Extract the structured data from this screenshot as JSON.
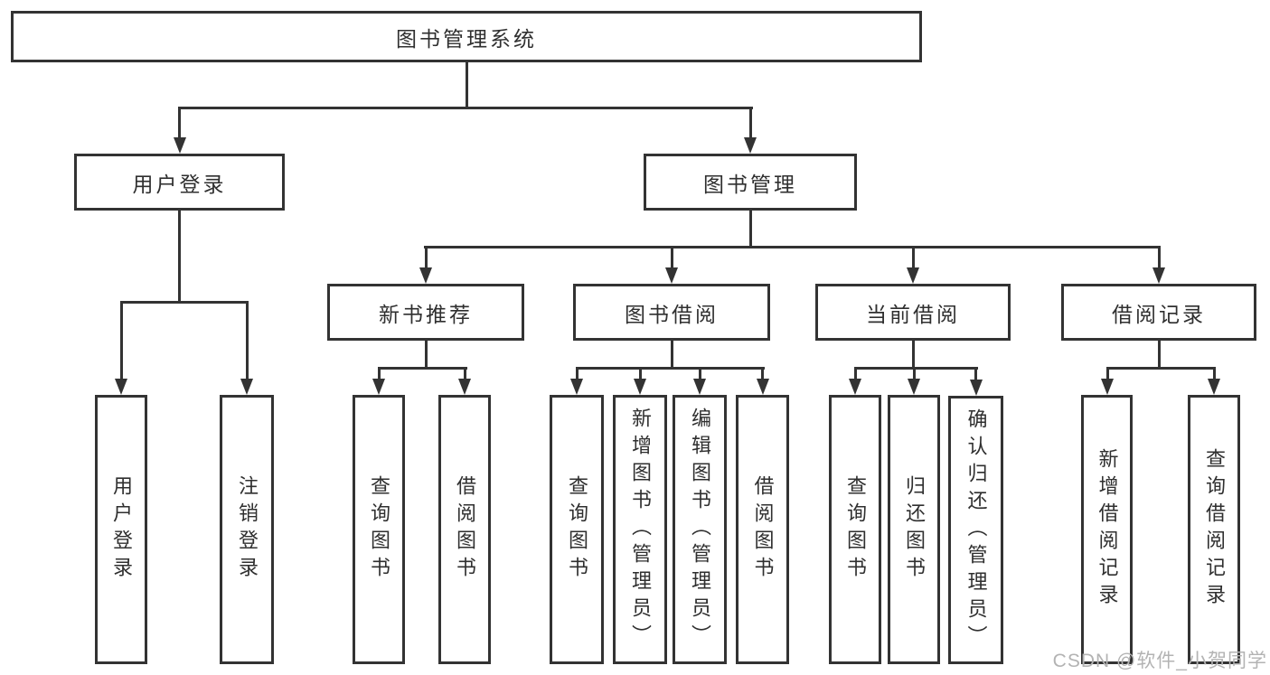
{
  "tree": {
    "root": "图书管理系统",
    "children": [
      {
        "label": "用户登录",
        "children": [
          "用户登录",
          "注销登录"
        ]
      },
      {
        "label": "图书管理",
        "children": [
          {
            "label": "新书推荐",
            "children": [
              "查询图书",
              "借阅图书"
            ]
          },
          {
            "label": "图书借阅",
            "children": [
              "查询图书",
              "新增图书（管理员）",
              "编辑图书（管理员）",
              "借阅图书"
            ]
          },
          {
            "label": "当前借阅",
            "children": [
              "查询图书",
              "归还图书",
              "确认归还（管理员）"
            ]
          },
          {
            "label": "借阅记录",
            "children": [
              "新增借阅记录",
              "查询借阅记录"
            ]
          }
        ]
      }
    ]
  },
  "watermark": {
    "text": "CSDN @软件_小贺同学",
    "color": "#b3b3b3"
  },
  "colors": {
    "line": "#333333",
    "text": "#2f2f2f",
    "background": "#ffffff"
  }
}
